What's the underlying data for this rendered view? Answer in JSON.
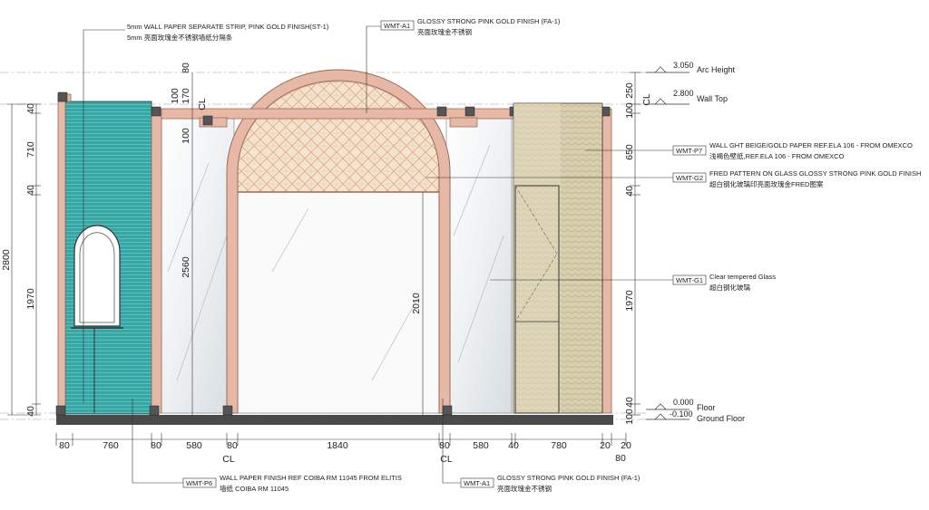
{
  "levels": {
    "arc_height": {
      "value": "3.050",
      "label": "Arc Height"
    },
    "wall_top": {
      "value": "2.800",
      "label": "Wall Top"
    },
    "floor": {
      "value": "0.000",
      "label": "Floor"
    },
    "ground": {
      "value": "-0.100",
      "label": "Ground Floor"
    }
  },
  "callouts": [
    {
      "tag": "",
      "line1": "5mm WALL PAPER SEPARATE STRIP, PINK GOLD  FINISH(ST-1)",
      "line2": "5mm 亮面玫瑰金不锈钢墙纸分隔条"
    },
    {
      "tag": "WMT-A1",
      "line1": "GLOSSY STRONG PINK GOLD FINISH (FA-1)",
      "line2": "亮面玫瑰金不锈钢"
    },
    {
      "tag": "WMT-P7",
      "line1": "WALL GHT BEIGE/GOLD PAPER REF.ELA 106 - FROM OMEXCO",
      "line2": "浅褐色壁纸,REF.ELA 106 - FROM OMEXCO"
    },
    {
      "tag": "WMT-G2",
      "line1": "FRED PATTERN ON GLASS GLOSSY STRONG PINK GOLD  FINISH",
      "line2": "超白钢化玻璃印亮面玫瑰金FRED图案"
    },
    {
      "tag": "WMT-G1",
      "line1": "Clear tempered Glass",
      "line2": "超白钢化玻璃"
    },
    {
      "tag": "WMT-P6",
      "line1": "WALL PAPER FINISH REF COIBA RM 11045  FROM ELITIS",
      "line2": "墙纸 COIBA RM 11045"
    },
    {
      "tag": "WMT-A1",
      "line1": "GLOSSY STRONG PINK GOLD FINISH (FA-1)",
      "line2": "亮面玫瑰金不锈钢"
    }
  ],
  "bottom_dims": [
    "80",
    "760",
    "80",
    "580",
    "80",
    "1840",
    "80",
    "580",
    "40",
    "780",
    "20",
    "20",
    "80"
  ],
  "left_dims": {
    "a": "40",
    "b": "710",
    "c": "40",
    "d": "1970",
    "e": "40",
    "total": "2800"
  },
  "inner_left_dims": {
    "a": "80",
    "b": "170",
    "c": "100",
    "d": "100",
    "total": "2560"
  },
  "arch_dim": "2010",
  "right_dims": {
    "a": "250",
    "b": "100",
    "c": "650",
    "d": "40",
    "e": "1970",
    "f": "40",
    "g": "100"
  },
  "cl_symbol": "CL"
}
